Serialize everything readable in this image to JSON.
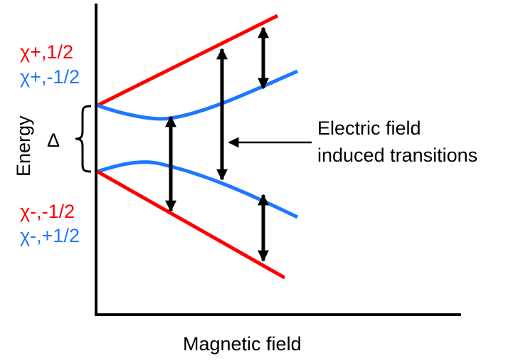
{
  "axes": {
    "x_label": "Magnetic field",
    "y_label": "Energy"
  },
  "gap": {
    "symbol": "Δ"
  },
  "level_labels": {
    "upper": [
      {
        "text": "χ+,1/2",
        "color": "#ff0000"
      },
      {
        "text": "χ+,-1/2",
        "color": "#1e78ff"
      }
    ],
    "lower": [
      {
        "text": "χ-,-1/2",
        "color": "#ff0000"
      },
      {
        "text": "χ-,+1/2",
        "color": "#1e78ff"
      }
    ]
  },
  "annotation": {
    "line1": "Electric field",
    "line2": "induced transitions"
  },
  "colors": {
    "red_level": "#ff0000",
    "blue_level": "#1e78ff",
    "axis": "#000000",
    "arrow": "#000000"
  }
}
